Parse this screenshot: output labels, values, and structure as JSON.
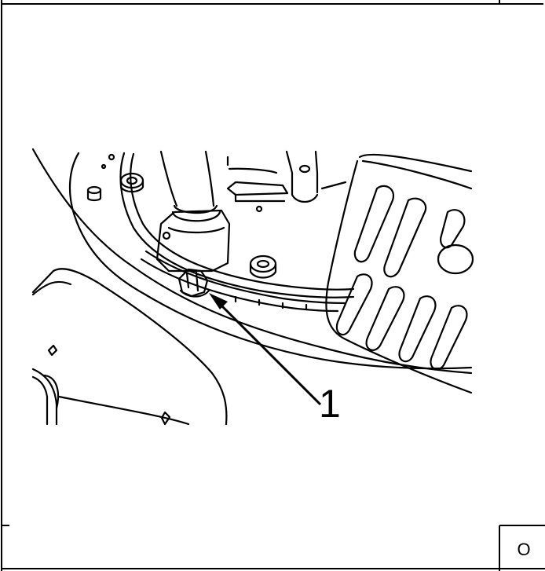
{
  "figure": {
    "callout_label": "1",
    "corner_cell_text": "O"
  },
  "colors": {
    "line": "#000000",
    "background": "#ffffff"
  },
  "icons": {
    "illustration": "mechanical-assembly-illustration",
    "callout": "callout-arrow-icon"
  }
}
